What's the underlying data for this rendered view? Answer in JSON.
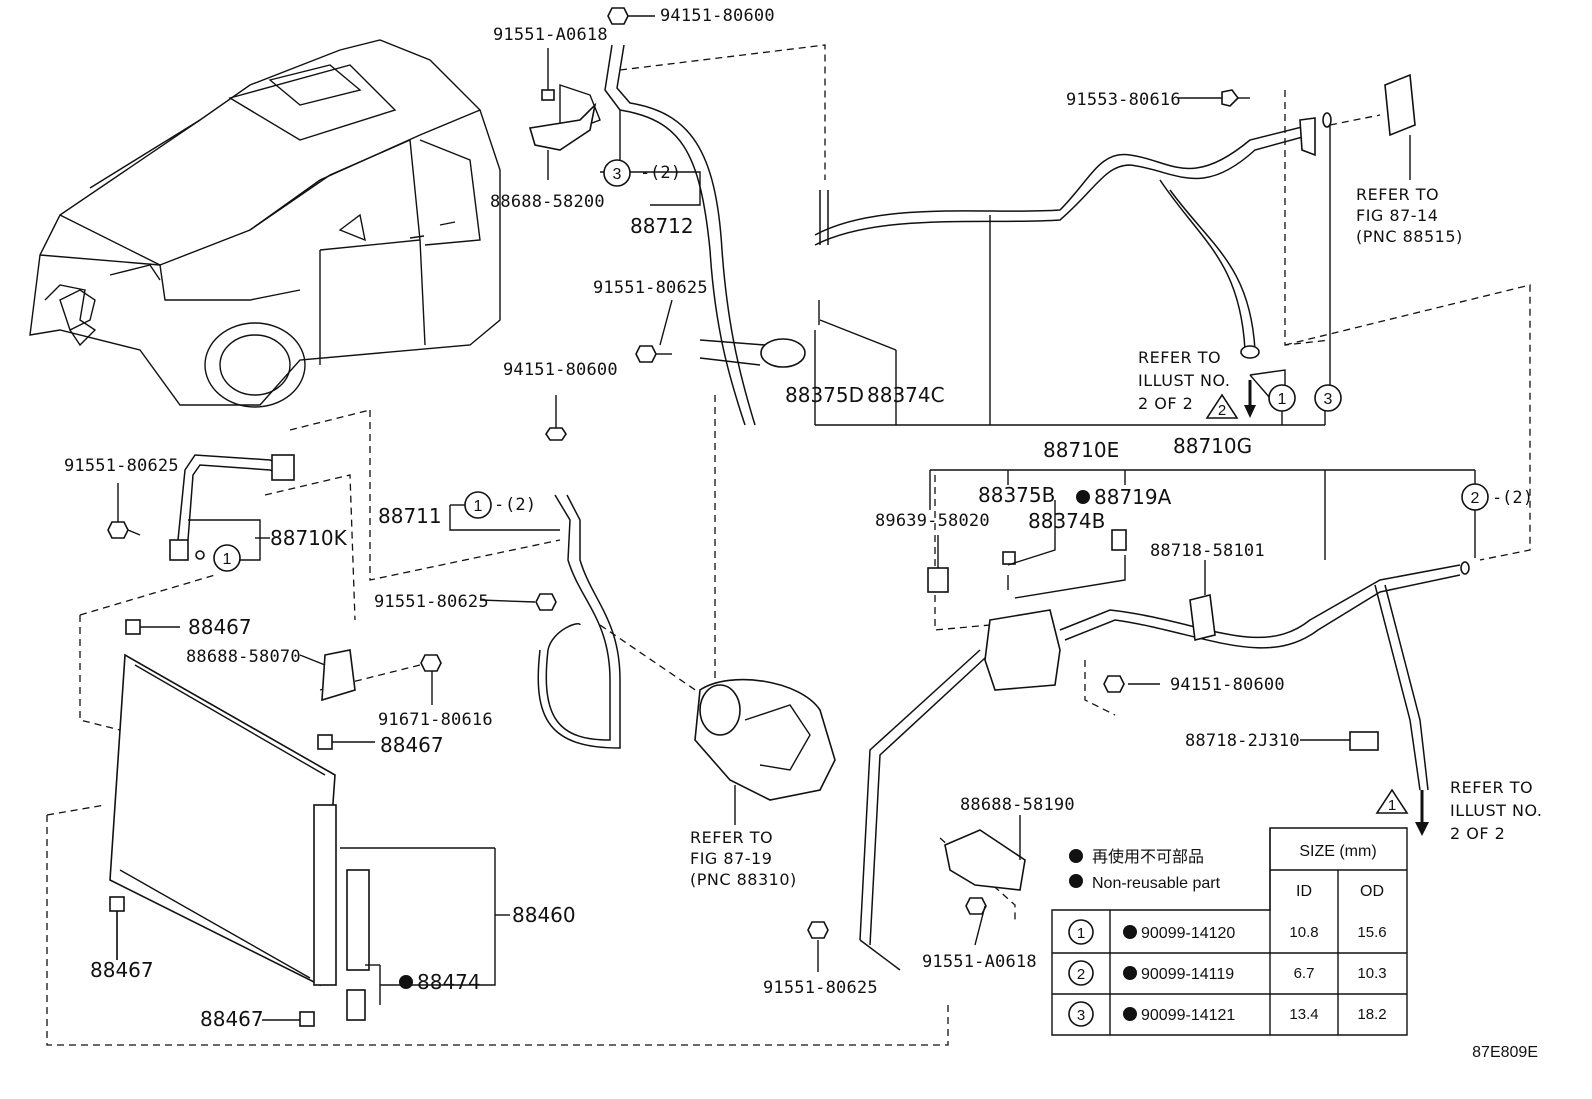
{
  "diagram_code": "87E809E",
  "car_illustration": "vehicle-outline",
  "labels": {
    "p94151_80600_top": "94151-80600",
    "p91551_A0618_top": "91551-A0618",
    "p88688_58200": "88688-58200",
    "p88712": "88712",
    "p3_x2_top": "(2)",
    "p91553_80616": "91553-80616",
    "p91551_80625_mid": "91551-80625",
    "p94151_80600_mid": "94151-80600",
    "p88375D": "88375D",
    "p88374C": "88374C",
    "p88710E": "88710E",
    "p88710G": "88710G",
    "p91551_80625_left": "91551-80625",
    "p88710K": "88710K",
    "p88711": "88711",
    "p1_x2_88711": "(2)",
    "p91551_80625_center": "91551-80625",
    "p88467_a": "88467",
    "p88688_58070": "88688-58070",
    "p91671_80616": "91671-80616",
    "p88467_b": "88467",
    "p88460": "88460",
    "p88467_c": "88467",
    "p88474": "88474",
    "p88467_d": "88467",
    "p88375B": "88375B",
    "p88719A": "88719A",
    "p89639_58020": "89639-58020",
    "p88374B": "88374B",
    "p88718_58101": "88718-58101",
    "p2_x2_right": "(2)",
    "p94151_80600_right": "94151-80600",
    "p88718_2J310": "88718-2J310",
    "p88688_58190": "88688-58190",
    "p91551_A0618_bottom": "91551-A0618",
    "p91551_80625_bottom": "91551-80625"
  },
  "refer_notes": {
    "fig87_14": [
      "REFER TO",
      "FIG 87-14",
      "(PNC 88515)"
    ],
    "fig87_19": [
      "REFER TO",
      "FIG 87-19",
      "(PNC 88310)"
    ],
    "illust_top": [
      "REFER TO",
      "ILLUST NO.",
      "2 OF 2"
    ],
    "illust_right": [
      "REFER TO",
      "ILLUST NO.",
      "2 OF 2"
    ],
    "warn_top_num": "2",
    "warn_right_num": "1"
  },
  "circle_numbers": {
    "c1": "1",
    "c2": "2",
    "c3": "3"
  },
  "legend": {
    "japanese": "再使用不可部品",
    "english": "Non-reusable part"
  },
  "size_table": {
    "header_size": "SIZE (mm)",
    "header_id": "ID",
    "header_od": "OD",
    "rows": [
      {
        "num": "1",
        "part": "90099-14120",
        "id": "10.8",
        "od": "15.6"
      },
      {
        "num": "2",
        "part": "90099-14119",
        "id": "6.7",
        "od": "10.3"
      },
      {
        "num": "3",
        "part": "90099-14121",
        "id": "13.4",
        "od": "18.2"
      }
    ]
  }
}
